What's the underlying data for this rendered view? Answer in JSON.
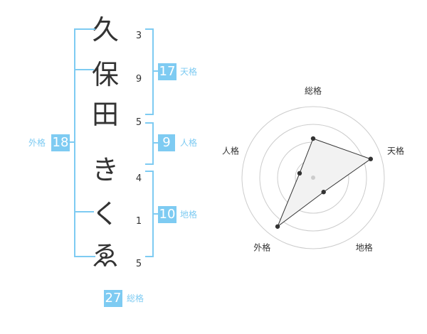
{
  "name_chars": [
    {
      "char": "久",
      "strokes": "3"
    },
    {
      "char": "保",
      "strokes": "9"
    },
    {
      "char": "田",
      "strokes": "5"
    },
    {
      "char": "き",
      "strokes": "4"
    },
    {
      "char": "く",
      "strokes": "1"
    },
    {
      "char": "ゑ",
      "strokes": "5"
    }
  ],
  "grids": {
    "tenkaku": {
      "value": "17",
      "label": "天格"
    },
    "jinkaku": {
      "value": "9",
      "label": "人格"
    },
    "chikaku": {
      "value": "10",
      "label": "地格"
    },
    "gaikaku": {
      "value": "18",
      "label": "外格"
    },
    "soukaku": {
      "value": "27",
      "label": "総格"
    }
  },
  "chart_data": {
    "type": "radar",
    "axes": [
      "総格",
      "天格",
      "地格",
      "外格",
      "人格"
    ],
    "values": [
      0.55,
      0.85,
      0.25,
      0.85,
      0.2
    ],
    "range": [
      0,
      1
    ],
    "rings": 4,
    "colors": {
      "fill": "#f2f2f2",
      "line": "#333333",
      "grid": "#cccccc",
      "point": "#333333",
      "center": "#cccccc"
    }
  },
  "colors": {
    "accent": "#7ecbf2",
    "text": "#333333"
  }
}
